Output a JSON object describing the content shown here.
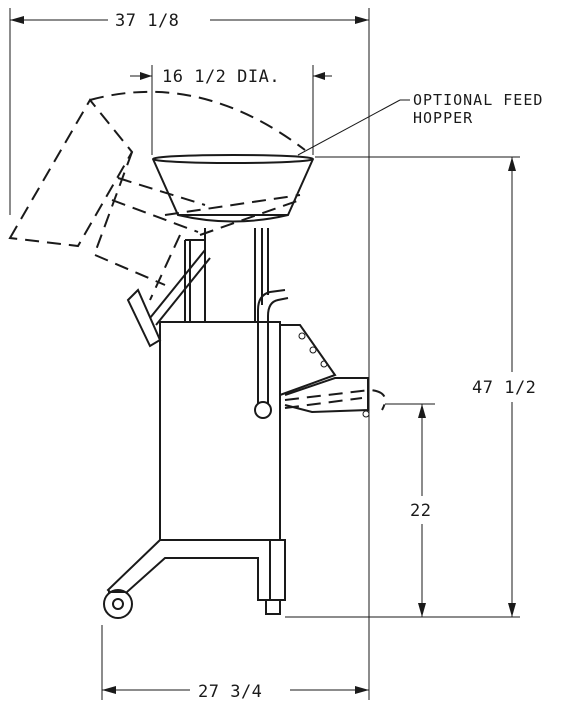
{
  "dimensions": {
    "overall_width": "37 1/8",
    "hopper_diameter": "16 1/2 DIA.",
    "overall_height": "47 1/2",
    "discharge_height": "22",
    "base_width": "27 3/4"
  },
  "callouts": {
    "feed_hopper_line1": "OPTIONAL FEED",
    "feed_hopper_line2": "HOPPER"
  },
  "colors": {
    "ink": "#1a1a1a",
    "paper": "#ffffff"
  }
}
